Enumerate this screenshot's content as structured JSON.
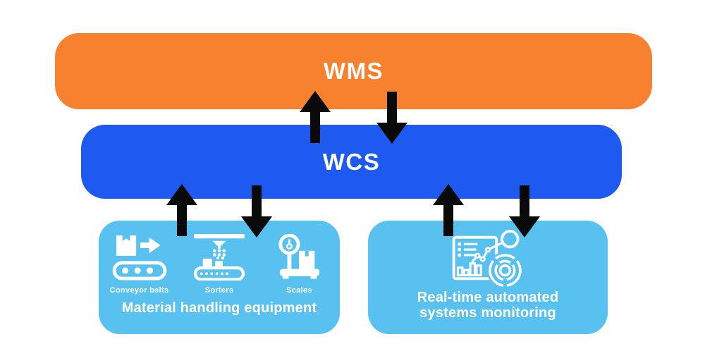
{
  "diagram": {
    "wms": {
      "label": "WMS"
    },
    "wcs": {
      "label": "WCS"
    },
    "material_handling": {
      "title": "Material handling equipment",
      "items": [
        {
          "label": "Conveyor belts",
          "icon": "conveyor-belt-icon"
        },
        {
          "label": "Sorters",
          "icon": "sorter-icon"
        },
        {
          "label": "Scales",
          "icon": "scale-icon"
        }
      ]
    },
    "monitoring": {
      "title_line1": "Real-time automated",
      "title_line2": "systems monitoring",
      "icon": "dashboard-monitoring-icon"
    },
    "arrows": [
      {
        "from": "WCS",
        "to": "WMS",
        "direction": "up"
      },
      {
        "from": "WMS",
        "to": "WCS",
        "direction": "down"
      },
      {
        "from": "Material handling equipment",
        "to": "WCS",
        "direction": "up"
      },
      {
        "from": "WCS",
        "to": "Material handling equipment",
        "direction": "down"
      },
      {
        "from": "Real-time automated systems monitoring",
        "to": "WCS",
        "direction": "up"
      },
      {
        "from": "WCS",
        "to": "Real-time automated systems monitoring",
        "direction": "down"
      }
    ],
    "colors": {
      "wms_orange": "#F8812F",
      "wcs_blue": "#1E5AF0",
      "panel_light_blue": "#59C1EF",
      "arrow_black": "#0A0A0A",
      "text_white": "#FFFFFF"
    }
  }
}
